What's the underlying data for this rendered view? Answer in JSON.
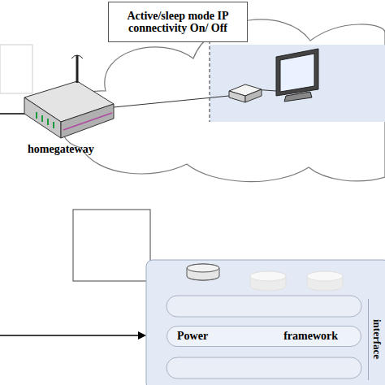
{
  "diagram": {
    "nodes": [
      {
        "text": [
          "Active/sleep mode IP connectivity On/ Off"
        ]
      },
      {
        "text": [
          "Power",
          "framework"
        ]
      },
      {
        "text": [
          "interface"
        ]
      }
    ],
    "labels": [
      "homegateway"
    ]
  }
}
